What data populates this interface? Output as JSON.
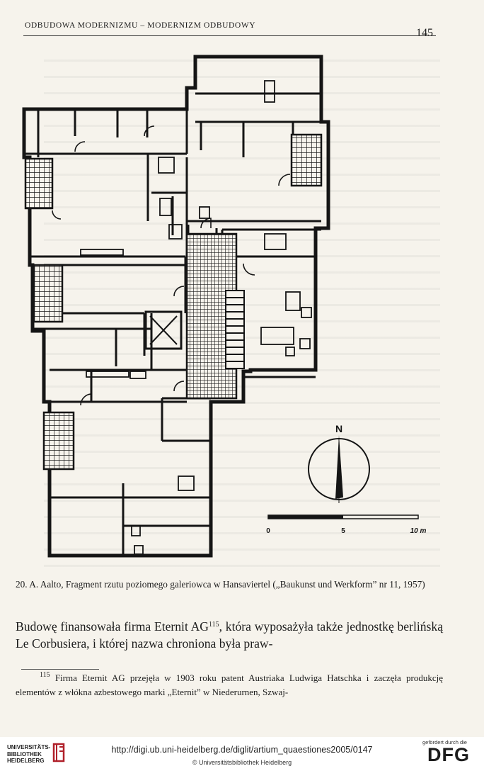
{
  "header": {
    "running_head": "ODBUDOWA MODERNIZMU – MODERNIZM ODBUDOWY",
    "page_number": "145"
  },
  "figure": {
    "compass_letter": "N",
    "scale_labels": [
      "0",
      "5",
      "10 m"
    ]
  },
  "caption": "20. A. Aalto, Fragment rzutu poziomego galeriowca w Hansaviertel („Baukunst und Werkform” nr 11, 1957)",
  "body": {
    "text_before": "Budowę finansowała firma Eternit AG",
    "footnote_ref": "115",
    "text_after": ", która wyposażyła także jednostkę berlińską Le Corbusiera, i której nazwa chroniona była praw-"
  },
  "footnote": {
    "number": "115",
    "text": "Firma Eternit AG przejęła w 1903 roku patent Austriaka Ludwiga Hatschka i zaczęła produkcję elementów z włókna azbestowego marki „Eternit” w Niederurnen, Szwaj-"
  },
  "footer": {
    "library_logo": [
      "UNIVERSITÄTS-",
      "BIBLIOTHEK",
      "HEIDELBERG"
    ],
    "url": "http://digi.ub.uni-heidelberg.de/diglit/artium_quaestiones2005/0147",
    "copyright": "© Universitätsbibliothek Heidelberg",
    "dfg_note": "gefördert durch die",
    "dfg_logo": "DFG"
  }
}
